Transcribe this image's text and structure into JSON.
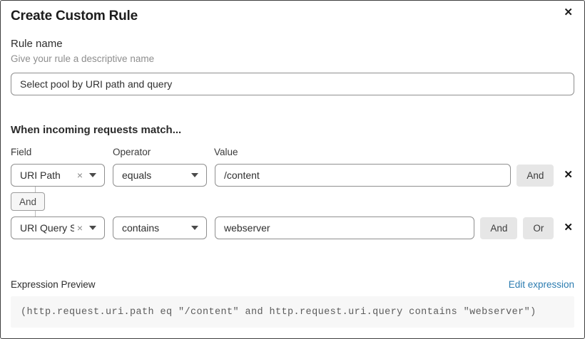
{
  "dialog": {
    "title": "Create Custom Rule"
  },
  "icons": {
    "close": "✕",
    "clear": "×",
    "remove": "✕"
  },
  "rule_name": {
    "label": "Rule name",
    "hint": "Give your rule a descriptive name",
    "value": "Select pool by URI path and query"
  },
  "match": {
    "heading": "When incoming requests match...",
    "columns": {
      "field": "Field",
      "operator": "Operator",
      "value": "Value"
    },
    "connector": "And",
    "buttons": {
      "and": "And",
      "or": "Or"
    },
    "rows": [
      {
        "field": "URI Path",
        "operator": "equals",
        "value": "/content"
      },
      {
        "field": "URI Query St...",
        "operator": "contains",
        "value": "webserver"
      }
    ]
  },
  "expression": {
    "label": "Expression Preview",
    "edit_link": "Edit expression",
    "code": "(http.request.uri.path eq \"/content\" and http.request.uri.query contains \"webserver\")"
  },
  "colors": {
    "link_blue": "#2c7cb0",
    "button_gray": "#e6e6e6",
    "code_bg": "#f7f7f7"
  }
}
